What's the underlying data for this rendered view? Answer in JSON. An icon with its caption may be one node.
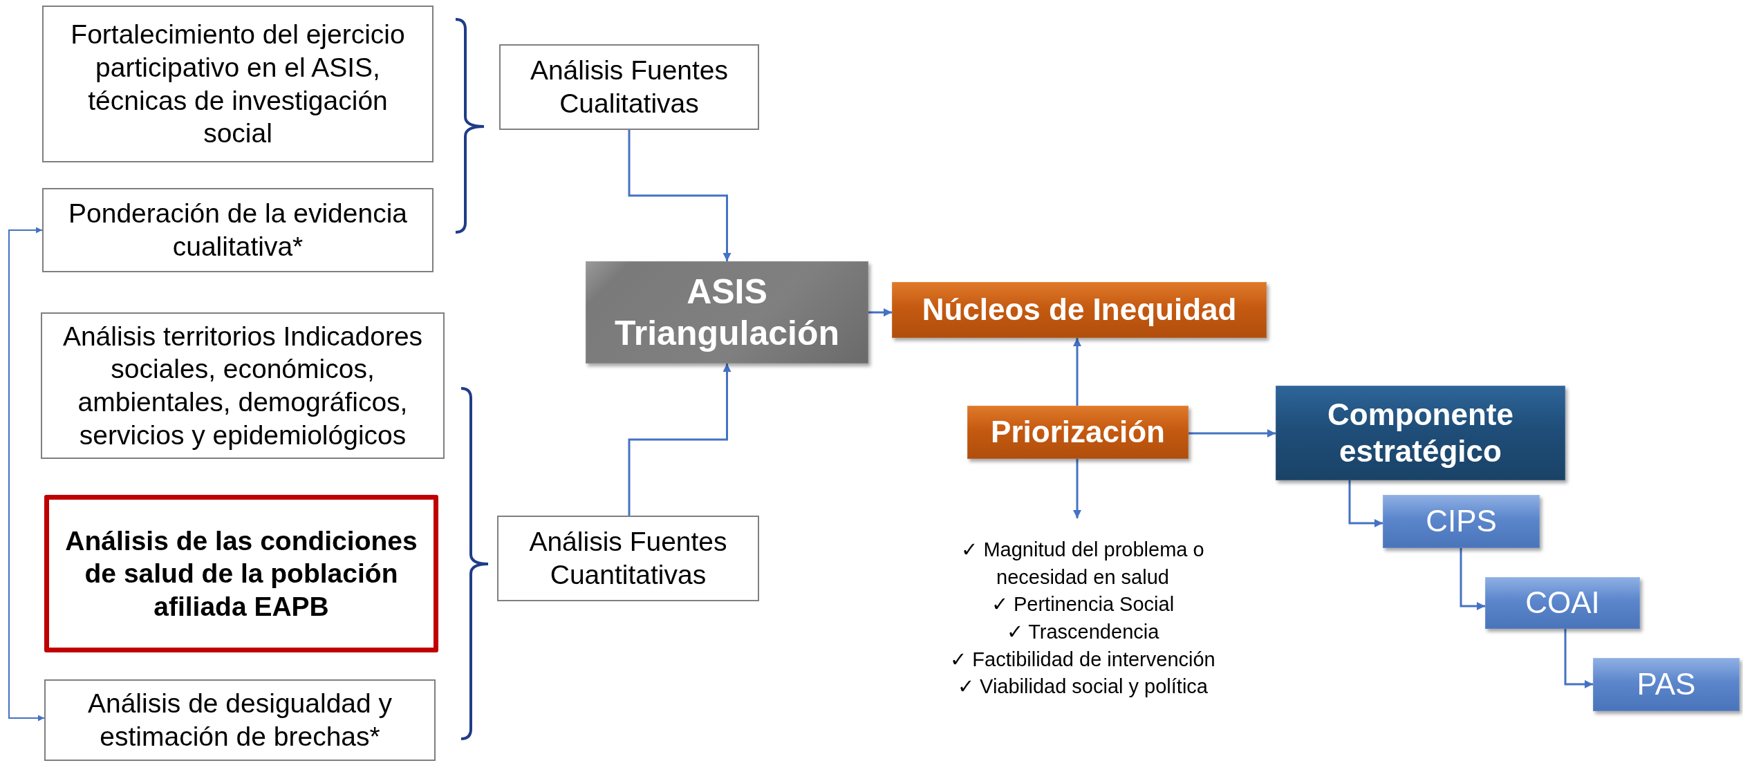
{
  "diagram": {
    "nodes": [
      {
        "text": [
          "Fortalecimiento del ejercicio participativo en el ASIS, técnicas de investigación social"
        ]
      },
      {
        "text": [
          "Ponderación de la evidencia cualitativa*"
        ]
      },
      {
        "text": [
          "Análisis territorios Indicadores sociales, económicos, ambientales, demográficos, servicios y epidemiológicos"
        ]
      },
      {
        "text": [
          "Análisis de las condiciones de salud de la población afiliada EAPB"
        ]
      },
      {
        "text": [
          "Análisis de desigualdad y estimación de brechas*"
        ]
      },
      {
        "text": [
          "Análisis Fuentes Cualitativas"
        ]
      },
      {
        "text": [
          "Análisis Fuentes Cuantitativas"
        ]
      },
      {
        "text": [
          "ASIS Triangulación"
        ]
      },
      {
        "text": [
          "Núcleos de Inequidad"
        ]
      },
      {
        "text": [
          "Priorización"
        ]
      },
      {
        "text": [
          "Componente estratégico"
        ]
      },
      {
        "text": [
          "CIPS"
        ]
      },
      {
        "text": [
          "COAI"
        ]
      },
      {
        "text": [
          "PAS"
        ]
      },
      {
        "text": [
          "✓ Magnitud del problema o necesidad en salud",
          "✓ Pertinencia Social",
          "✓ Trascendencia",
          "✓ Factibilidad de intervención",
          "✓ Viabilidad social y política"
        ]
      }
    ],
    "edges": [
      {
        "from": 5,
        "to": 7,
        "arrow": "to"
      },
      {
        "from": 6,
        "to": 7,
        "arrow": "to"
      },
      {
        "from": 7,
        "to": 8,
        "arrow": "to"
      },
      {
        "from": 9,
        "to": 8,
        "arrow": "to"
      },
      {
        "from": 9,
        "to": 14,
        "arrow": "to"
      },
      {
        "from": 9,
        "to": 10,
        "arrow": "to"
      },
      {
        "from": 10,
        "to": 11,
        "arrow": "to"
      },
      {
        "from": 11,
        "to": 12,
        "arrow": "to"
      },
      {
        "from": 12,
        "to": 13,
        "arrow": "to"
      },
      {
        "from": 1,
        "to": 4,
        "arrow": "both"
      }
    ]
  }
}
